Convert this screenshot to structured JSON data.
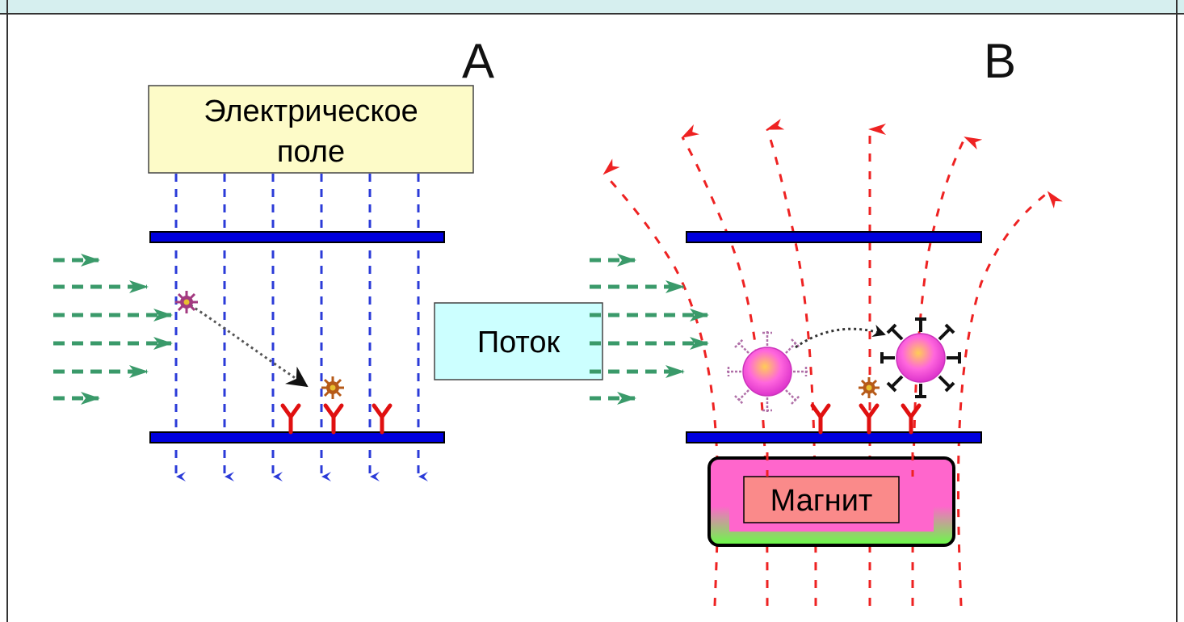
{
  "panel_a": {
    "letter": "A",
    "field_label_line1": "Электрическое",
    "field_label_line2": "поле"
  },
  "panel_b": {
    "letter": "B",
    "magnet_label": "Магнит"
  },
  "flow_label": "Поток",
  "colors": {
    "plate": "#0000dd",
    "field_lines": "#2b3bd8",
    "flow_arrows": "#3a9a6a",
    "magnet_field": "#ee2222",
    "antibody": "#e01010",
    "label_box_yellow": "#fdfbc8",
    "label_box_cyan": "#ccffff",
    "magnet_pink": "#ff66cc",
    "magnet_green": "#66ff44",
    "magnet_label_bg": "#fa8a8a"
  }
}
